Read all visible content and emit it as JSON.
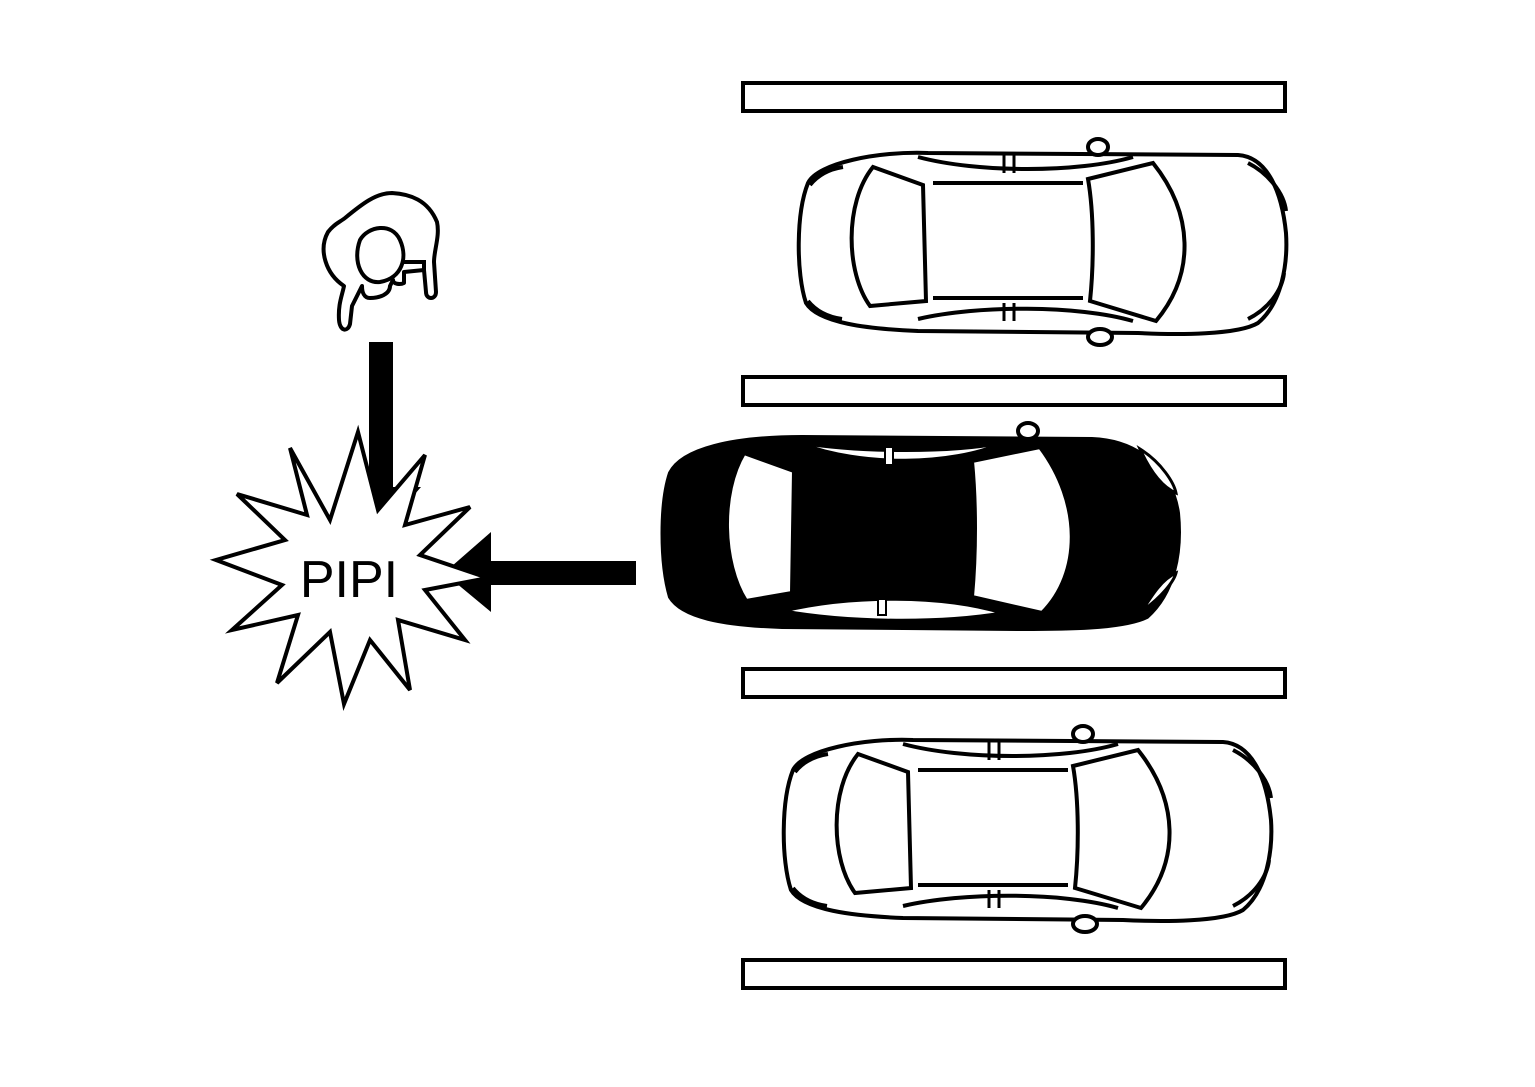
{
  "alert": {
    "text": "PIPI"
  },
  "colors": {
    "stroke": "#000000",
    "fill_light": "#ffffff",
    "fill_dark": "#000000"
  },
  "icons": {
    "pedestrian": "pedestrian-topview-icon",
    "car": "car-topview-icon",
    "arrow": "arrow-icon",
    "burst": "starburst-icon"
  },
  "scene": {
    "parked_cars": 2,
    "moving_car": "reversing-out"
  }
}
